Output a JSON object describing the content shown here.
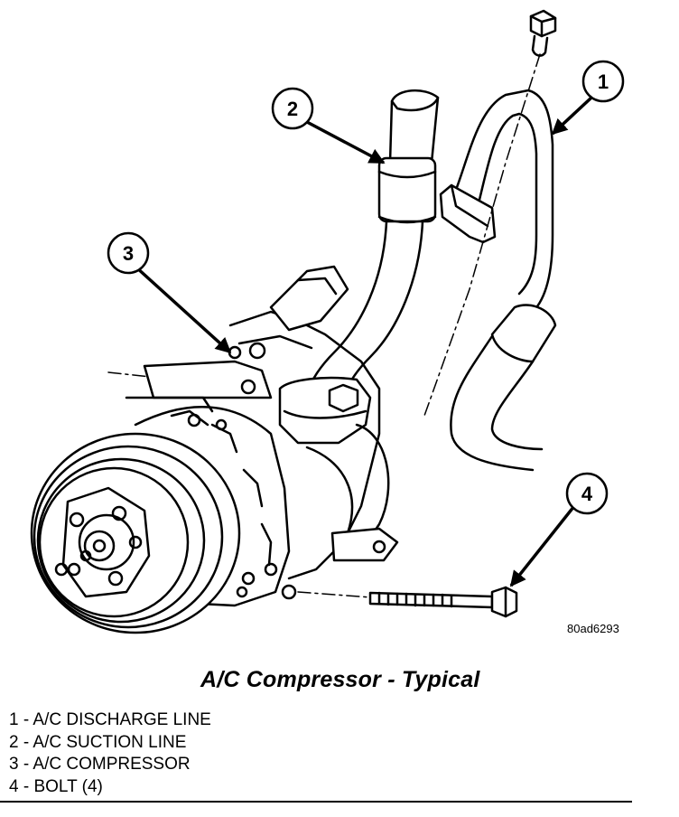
{
  "figure": {
    "code": "80ad6293",
    "callouts": [
      {
        "id": "1",
        "label": "1"
      },
      {
        "id": "2",
        "label": "2"
      },
      {
        "id": "3",
        "label": "3"
      },
      {
        "id": "4",
        "label": "4"
      }
    ]
  },
  "caption": "A/C Compressor - Typical",
  "legend": [
    {
      "num": "1",
      "text": " - A/C DISCHARGE LINE"
    },
    {
      "num": "2",
      "text": " - A/C SUCTION LINE"
    },
    {
      "num": "3",
      "text": " - A/C COMPRESSOR"
    },
    {
      "num": "4",
      "text": " - BOLT (4)"
    }
  ]
}
